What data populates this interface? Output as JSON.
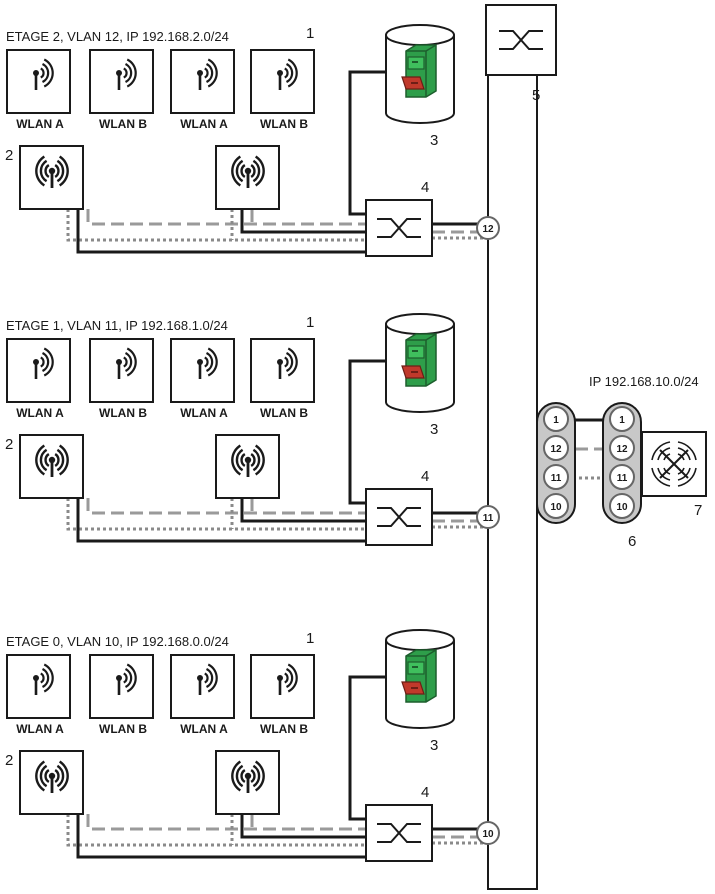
{
  "floors": [
    {
      "id": "etage-2",
      "label": "ETAGE 2, VLAN 12, IP 192.168.2.0/24",
      "rooms": [
        "WLAN A",
        "WLAN B",
        "WLAN A",
        "WLAN B"
      ],
      "port": "12"
    },
    {
      "id": "etage-1",
      "label": "ETAGE 1, VLAN 11, IP 192.168.1.0/24",
      "rooms": [
        "WLAN A",
        "WLAN B",
        "WLAN A",
        "WLAN B"
      ],
      "port": "11"
    },
    {
      "id": "etage-0",
      "label": "ETAGE 0, VLAN 10, IP 192.168.0.0/24",
      "rooms": [
        "WLAN A",
        "WLAN B",
        "WLAN A",
        "WLAN B"
      ],
      "port": "10"
    }
  ],
  "callouts": {
    "rooms": "1",
    "access_points": "2",
    "server": "3",
    "floor_switch": "4",
    "core_switch": "5",
    "trunk": "6",
    "controller": "7"
  },
  "controller_network": "IP 192.168.10.0/24",
  "trunk_ports": [
    "1",
    "12",
    "11",
    "10"
  ],
  "colors": {
    "line": "#1a1a1a",
    "vlan_dash": "#9a9a9a",
    "vlan_dot": "#8a8a8a",
    "server_green": "#2e9e4a",
    "server_red": "#c0392b",
    "trunk_fill": "#c8c8c8",
    "port_fill": "#dddddd"
  },
  "icons": {
    "room": "wifi-client-icon",
    "access_point": "access-point-icon",
    "server": "file-cabinet-icon",
    "switch": "switch-icon",
    "controller": "wlan-controller-icon"
  }
}
